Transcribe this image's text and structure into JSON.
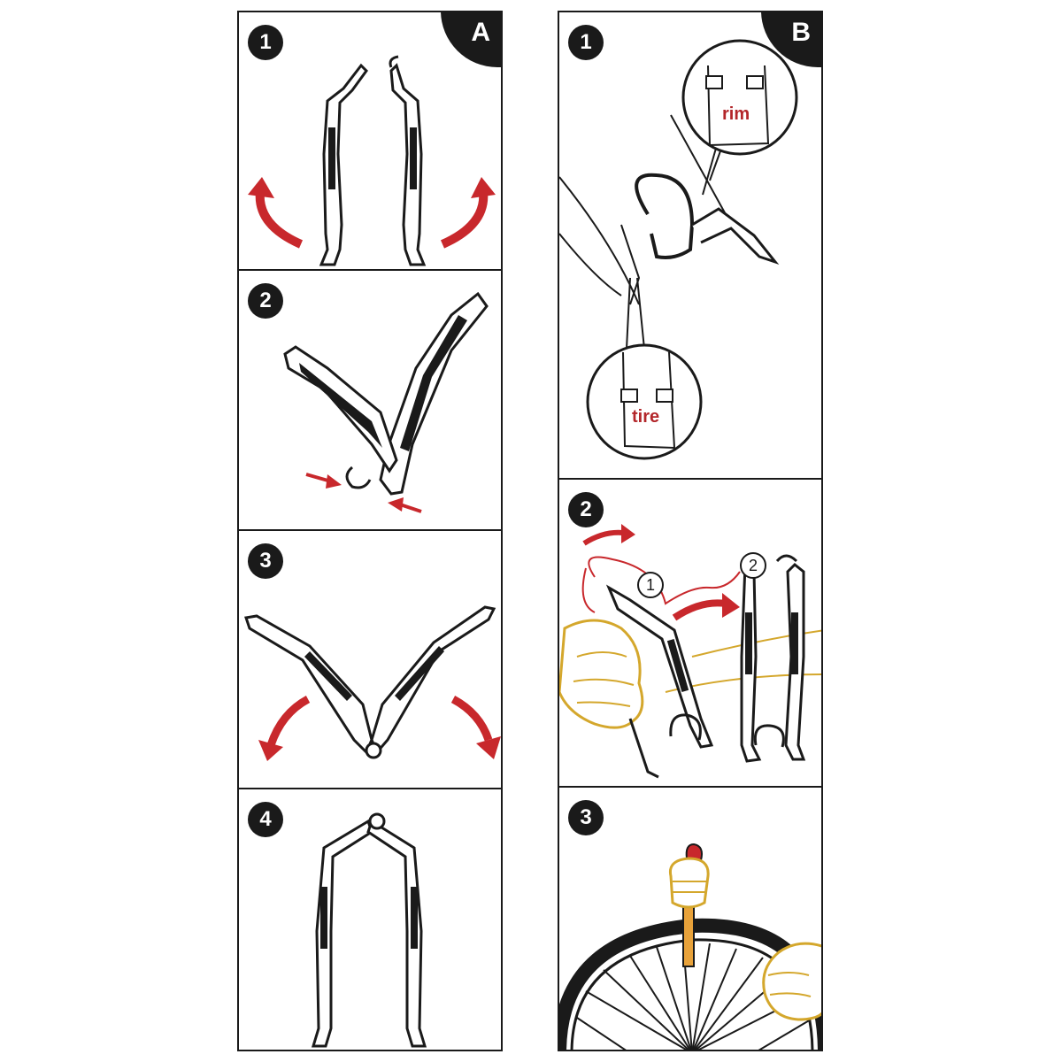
{
  "column_a": {
    "letter": "A",
    "steps": [
      "1",
      "2",
      "3",
      "4"
    ]
  },
  "column_b": {
    "letter": "B",
    "steps": [
      "1",
      "2",
      "3"
    ],
    "callout_rim": "rim",
    "callout_tire": "tire",
    "sub_markers": [
      "1",
      "2"
    ]
  },
  "colors": {
    "arrow": "#c8282c",
    "line": "#1a1a1a",
    "hand_outline": "#d4a72c",
    "lever_orange": "#e8a23a"
  }
}
